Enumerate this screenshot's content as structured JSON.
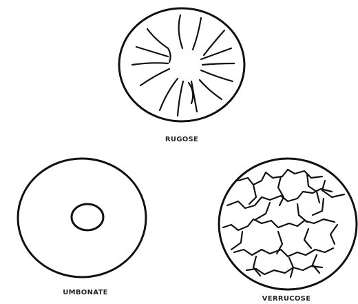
{
  "figure": {
    "panels": [
      {
        "id": "rugose",
        "label": "RUGOSE"
      },
      {
        "id": "umbonate",
        "label": "UMBONATE"
      },
      {
        "id": "verrucose",
        "label": "VERRUCOSE"
      }
    ]
  }
}
